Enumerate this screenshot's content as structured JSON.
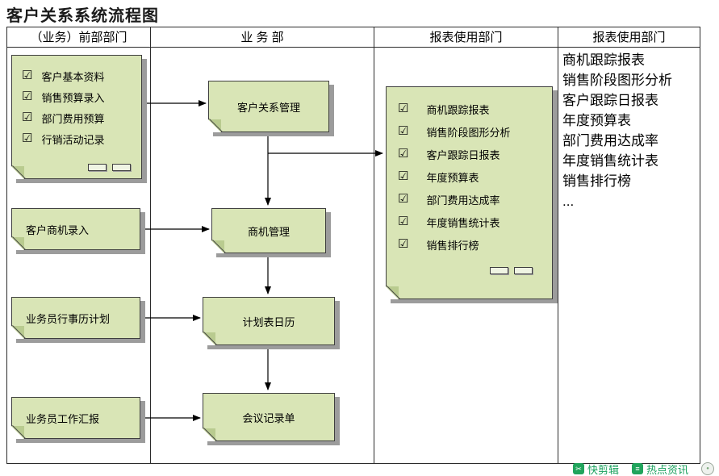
{
  "title": "客户关系系统流程图",
  "table": {
    "headers": [
      "（业务）前部部门",
      "业 务 部",
      "报表使用部门",
      "报表使用部门"
    ]
  },
  "front_dept": {
    "input_doc": {
      "items": [
        "客户基本资料",
        "销售预算录入",
        "部门费用预算",
        "行销活动记录"
      ]
    },
    "opportunity_entry": "客户商机录入",
    "calendar_plan": "业务员行事历计划",
    "work_report": "业务员工作汇报"
  },
  "business_dept": {
    "crm": "客户关系管理",
    "opportunity_mgmt": "商机管理",
    "schedule": "计划表日历",
    "meeting_record": "会议记录单"
  },
  "report_doc": {
    "items": [
      "商机跟踪报表",
      "销售阶段图形分析",
      "客户跟踪日报表",
      "年度预算表",
      "部门费用达成率",
      "年度销售统计表",
      "销售排行榜"
    ]
  },
  "report_list": {
    "lines": [
      "商机跟踪报表",
      "销售阶段图形分析",
      "客户跟踪日报表",
      "年度预算表",
      "部门费用达成率",
      "年度销售统计表",
      "销售排行榜",
      "..."
    ]
  },
  "icons": {
    "checkbox": "☑",
    "quick_clip": "✂",
    "hot_news": "≡",
    "corner_widget": "●"
  },
  "toolbar": {
    "quick_clip": "快剪辑",
    "hot_news": "热点资讯"
  },
  "colors": {
    "box_fill": "#d9e5b6",
    "box_border": "#3f3f3f",
    "box_shadow": "#9c9c9c",
    "toolbar_green": "#18a05c"
  }
}
